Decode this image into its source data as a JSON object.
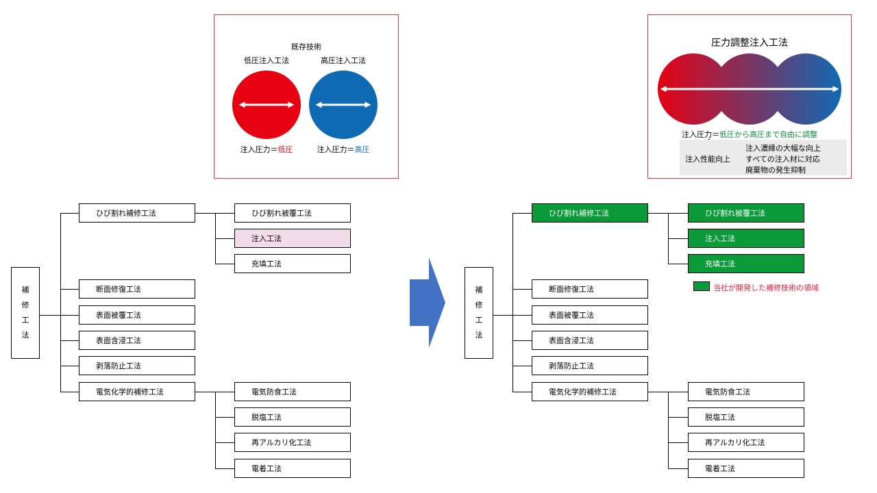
{
  "colors": {
    "red": "#e60012",
    "blue": "#0f6ab4",
    "green_text": "#0a8a3a",
    "green_box": "#0a9a3a",
    "legend_red": "#e0203a",
    "pink": "#f2dcea",
    "arrow_blue": "#4472c4",
    "panel_border": "#e0303a"
  },
  "left_panel": {
    "title": "既存技術",
    "low_label": "低圧注入工法",
    "high_label": "高圧注入工法",
    "low_pressure_prefix": "注入圧力＝",
    "low_pressure_value": "低圧",
    "high_pressure_prefix": "注入圧力＝",
    "high_pressure_value": "高圧"
  },
  "right_panel": {
    "title": "圧力調整注入工法",
    "pressure_prefix": "注入圧力＝",
    "pressure_value": "低圧から高圧まで自由に調整",
    "effect_label": "注入性能向上",
    "benefits": [
      "注入濃縁の大幅な向上",
      "すべての注入材に対応",
      "廃棄物の発生抑制"
    ]
  },
  "tree": {
    "root_chars": [
      "補",
      "修",
      "工",
      "法"
    ],
    "level1": [
      "ひび割れ補修工法",
      "断面修復工法",
      "表面被覆工法",
      "表面含浸工法",
      "剥落防止工法",
      "電気化学的補修工法"
    ],
    "crack_children": [
      "ひび割れ被覆工法",
      "注入工法",
      "充填工法"
    ],
    "electro_children": [
      "電気防食工法",
      "脱塩工法",
      "再アルカリ化工法",
      "電着工法"
    ]
  },
  "legend": {
    "text": "当社が開発した補修技術の領域"
  }
}
